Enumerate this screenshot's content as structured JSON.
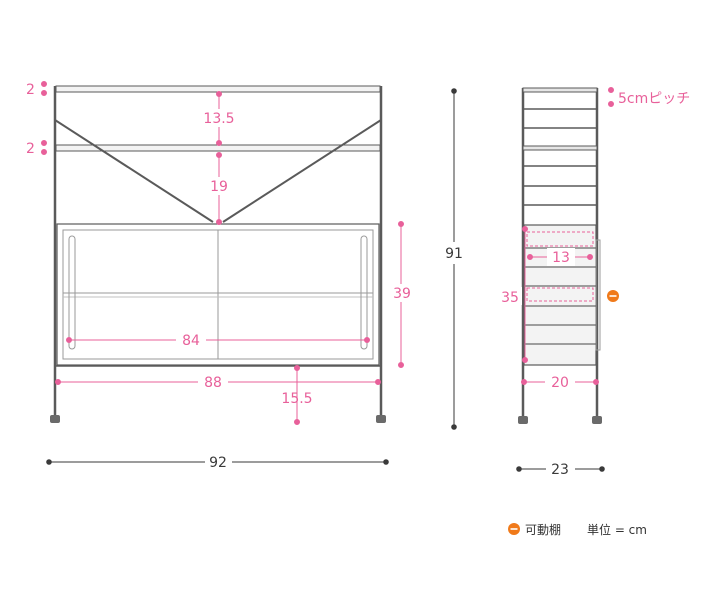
{
  "colors": {
    "dimension": "#e8609a",
    "frame": "#5a5a5a",
    "shelf_fill": "#f3f3f3",
    "movable_marker": "#f07a1a",
    "text": "#3a3a3a"
  },
  "front_view": {
    "dims": {
      "thickness_top": "2",
      "thickness_second": "2",
      "gap_top": "13.5",
      "gap_cross": "19",
      "cabinet_height": "39",
      "inner_width": "84",
      "outer_width": "88",
      "leg_height": "15.5",
      "overall_width": "92"
    }
  },
  "side_view": {
    "dims": {
      "overall_height": "91",
      "pitch": "5cmピッチ",
      "inner_depth_top": "13",
      "cabinet_height": "35",
      "inner_depth": "20",
      "overall_depth": "23"
    }
  },
  "legend": {
    "movable_shelf_icon": "movable-shelf-icon",
    "movable_shelf_label": "可動棚",
    "unit_label": "単位 = cm"
  }
}
